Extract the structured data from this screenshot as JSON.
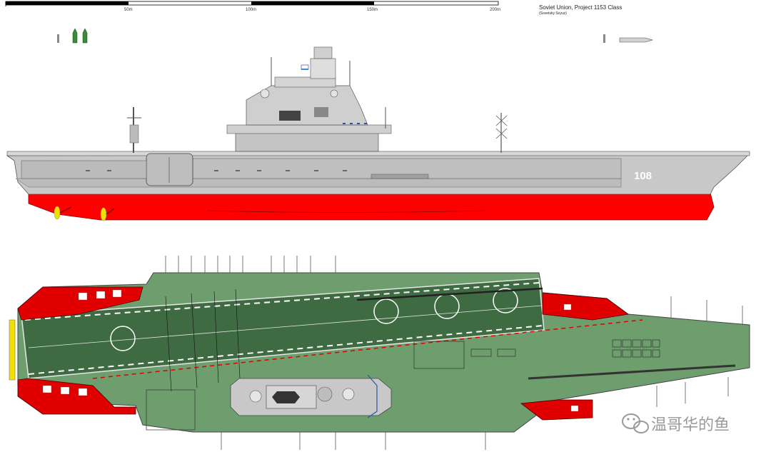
{
  "scale_bar": {
    "labels": [
      "50m",
      "100m",
      "150m",
      "200m"
    ]
  },
  "header": {
    "title": "Soviet Union, Project 1153 Class",
    "subtitle": "(Sovetsky Soyuz)"
  },
  "profile": {
    "hull_number": "108"
  },
  "watermark": {
    "text": "温哥华的鱼",
    "icon": "wechat-icon"
  },
  "colors": {
    "hull_grey": "#c8c8c8",
    "antifouling_red": "#ff0000",
    "deck_green": "#6e9e6e",
    "flight_deck_dark_green": "#3f6b42",
    "deck_red": "#e00000",
    "propeller_yellow": "#f0e000"
  }
}
